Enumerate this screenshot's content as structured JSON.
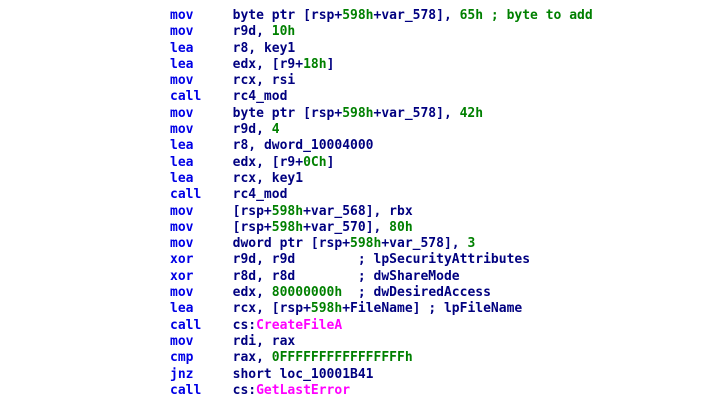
{
  "app": {
    "name": "IDA disassembly listing",
    "background": "#ffffff"
  },
  "colors": {
    "mnemonic": "#0000e6",
    "operand": "#000080",
    "number": "#008000",
    "comment": "#008000",
    "autocomment": "#000080",
    "symbol": "#000080",
    "import": "#ff00ff"
  },
  "disassembly": {
    "lines": [
      {
        "segments": [
          {
            "t": "mov     ",
            "c": "mnemonic"
          },
          {
            "t": "byte ptr [rsp+",
            "c": "operand"
          },
          {
            "t": "598h",
            "c": "number"
          },
          {
            "t": "+var_578], ",
            "c": "operand"
          },
          {
            "t": "65h",
            "c": "number"
          },
          {
            "t": " ",
            "c": "operand"
          },
          {
            "t": "; byte to add",
            "c": "comment"
          }
        ]
      },
      {
        "segments": [
          {
            "t": "mov     ",
            "c": "mnemonic"
          },
          {
            "t": "r9d, ",
            "c": "operand"
          },
          {
            "t": "10h",
            "c": "number"
          }
        ]
      },
      {
        "segments": [
          {
            "t": "lea     ",
            "c": "mnemonic"
          },
          {
            "t": "r8, ",
            "c": "operand"
          },
          {
            "t": "key1",
            "c": "symbol"
          }
        ]
      },
      {
        "segments": [
          {
            "t": "lea     ",
            "c": "mnemonic"
          },
          {
            "t": "edx, [r9+",
            "c": "operand"
          },
          {
            "t": "18h",
            "c": "number"
          },
          {
            "t": "]",
            "c": "operand"
          }
        ]
      },
      {
        "segments": [
          {
            "t": "mov     ",
            "c": "mnemonic"
          },
          {
            "t": "rcx, rsi",
            "c": "operand"
          }
        ]
      },
      {
        "segments": [
          {
            "t": "call    ",
            "c": "mnemonic"
          },
          {
            "t": "rc4_mod",
            "c": "symbol"
          }
        ]
      },
      {
        "segments": [
          {
            "t": "mov     ",
            "c": "mnemonic"
          },
          {
            "t": "byte ptr [rsp+",
            "c": "operand"
          },
          {
            "t": "598h",
            "c": "number"
          },
          {
            "t": "+var_578], ",
            "c": "operand"
          },
          {
            "t": "42h",
            "c": "number"
          }
        ]
      },
      {
        "segments": [
          {
            "t": "mov     ",
            "c": "mnemonic"
          },
          {
            "t": "r9d, ",
            "c": "operand"
          },
          {
            "t": "4",
            "c": "number"
          }
        ]
      },
      {
        "segments": [
          {
            "t": "lea     ",
            "c": "mnemonic"
          },
          {
            "t": "r8, ",
            "c": "operand"
          },
          {
            "t": "dword_10004000",
            "c": "symbol"
          }
        ]
      },
      {
        "segments": [
          {
            "t": "lea     ",
            "c": "mnemonic"
          },
          {
            "t": "edx, [r9+",
            "c": "operand"
          },
          {
            "t": "0Ch",
            "c": "number"
          },
          {
            "t": "]",
            "c": "operand"
          }
        ]
      },
      {
        "segments": [
          {
            "t": "lea     ",
            "c": "mnemonic"
          },
          {
            "t": "rcx, ",
            "c": "operand"
          },
          {
            "t": "key1",
            "c": "symbol"
          }
        ]
      },
      {
        "segments": [
          {
            "t": "call    ",
            "c": "mnemonic"
          },
          {
            "t": "rc4_mod",
            "c": "symbol"
          }
        ]
      },
      {
        "segments": [
          {
            "t": "mov     ",
            "c": "mnemonic"
          },
          {
            "t": "[rsp+",
            "c": "operand"
          },
          {
            "t": "598h",
            "c": "number"
          },
          {
            "t": "+var_568], rbx",
            "c": "operand"
          }
        ]
      },
      {
        "segments": [
          {
            "t": "mov     ",
            "c": "mnemonic"
          },
          {
            "t": "[rsp+",
            "c": "operand"
          },
          {
            "t": "598h",
            "c": "number"
          },
          {
            "t": "+var_570], ",
            "c": "operand"
          },
          {
            "t": "80h",
            "c": "number"
          }
        ]
      },
      {
        "segments": [
          {
            "t": "mov     ",
            "c": "mnemonic"
          },
          {
            "t": "dword ptr [rsp+",
            "c": "operand"
          },
          {
            "t": "598h",
            "c": "number"
          },
          {
            "t": "+var_578], ",
            "c": "operand"
          },
          {
            "t": "3",
            "c": "number"
          }
        ]
      },
      {
        "segments": [
          {
            "t": "xor     ",
            "c": "mnemonic"
          },
          {
            "t": "r9d, r9d        ",
            "c": "operand"
          },
          {
            "t": "; lpSecurityAttributes",
            "c": "autocomment"
          }
        ]
      },
      {
        "segments": [
          {
            "t": "xor     ",
            "c": "mnemonic"
          },
          {
            "t": "r8d, r8d        ",
            "c": "operand"
          },
          {
            "t": "; dwShareMode",
            "c": "autocomment"
          }
        ]
      },
      {
        "segments": [
          {
            "t": "mov     ",
            "c": "mnemonic"
          },
          {
            "t": "edx, ",
            "c": "operand"
          },
          {
            "t": "80000000h",
            "c": "number"
          },
          {
            "t": "  ",
            "c": "operand"
          },
          {
            "t": "; dwDesiredAccess",
            "c": "autocomment"
          }
        ]
      },
      {
        "segments": [
          {
            "t": "lea     ",
            "c": "mnemonic"
          },
          {
            "t": "rcx, [rsp+",
            "c": "operand"
          },
          {
            "t": "598h",
            "c": "number"
          },
          {
            "t": "+FileName] ",
            "c": "operand"
          },
          {
            "t": "; lpFileName",
            "c": "autocomment"
          }
        ]
      },
      {
        "segments": [
          {
            "t": "call    ",
            "c": "mnemonic"
          },
          {
            "t": "cs:",
            "c": "operand"
          },
          {
            "t": "CreateFileA",
            "c": "import"
          }
        ]
      },
      {
        "segments": [
          {
            "t": "mov     ",
            "c": "mnemonic"
          },
          {
            "t": "rdi, rax",
            "c": "operand"
          }
        ]
      },
      {
        "segments": [
          {
            "t": "cmp     ",
            "c": "mnemonic"
          },
          {
            "t": "rax, ",
            "c": "operand"
          },
          {
            "t": "0FFFFFFFFFFFFFFFFh",
            "c": "number"
          }
        ]
      },
      {
        "segments": [
          {
            "t": "jnz     ",
            "c": "mnemonic"
          },
          {
            "t": "short ",
            "c": "operand"
          },
          {
            "t": "loc_10001B41",
            "c": "symbol"
          }
        ]
      },
      {
        "segments": [
          {
            "t": "call    ",
            "c": "mnemonic"
          },
          {
            "t": "cs:",
            "c": "operand"
          },
          {
            "t": "GetLastError",
            "c": "import"
          }
        ]
      }
    ]
  }
}
